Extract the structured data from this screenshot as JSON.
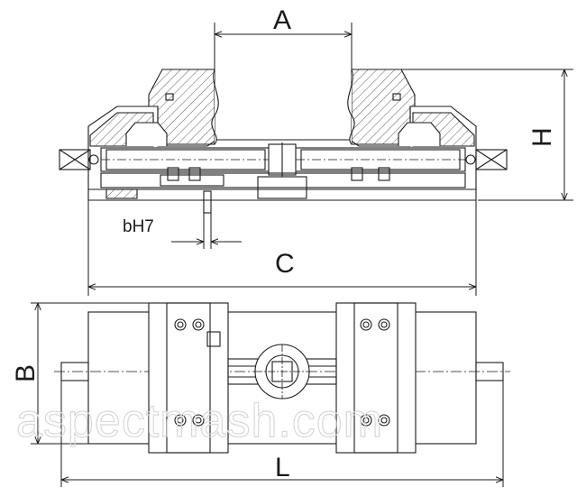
{
  "dimensions": {
    "A": "A",
    "H": "H",
    "bH7": "bH7",
    "C": "C",
    "B": "B",
    "L": "L"
  },
  "watermark": "aspectmash.com"
}
